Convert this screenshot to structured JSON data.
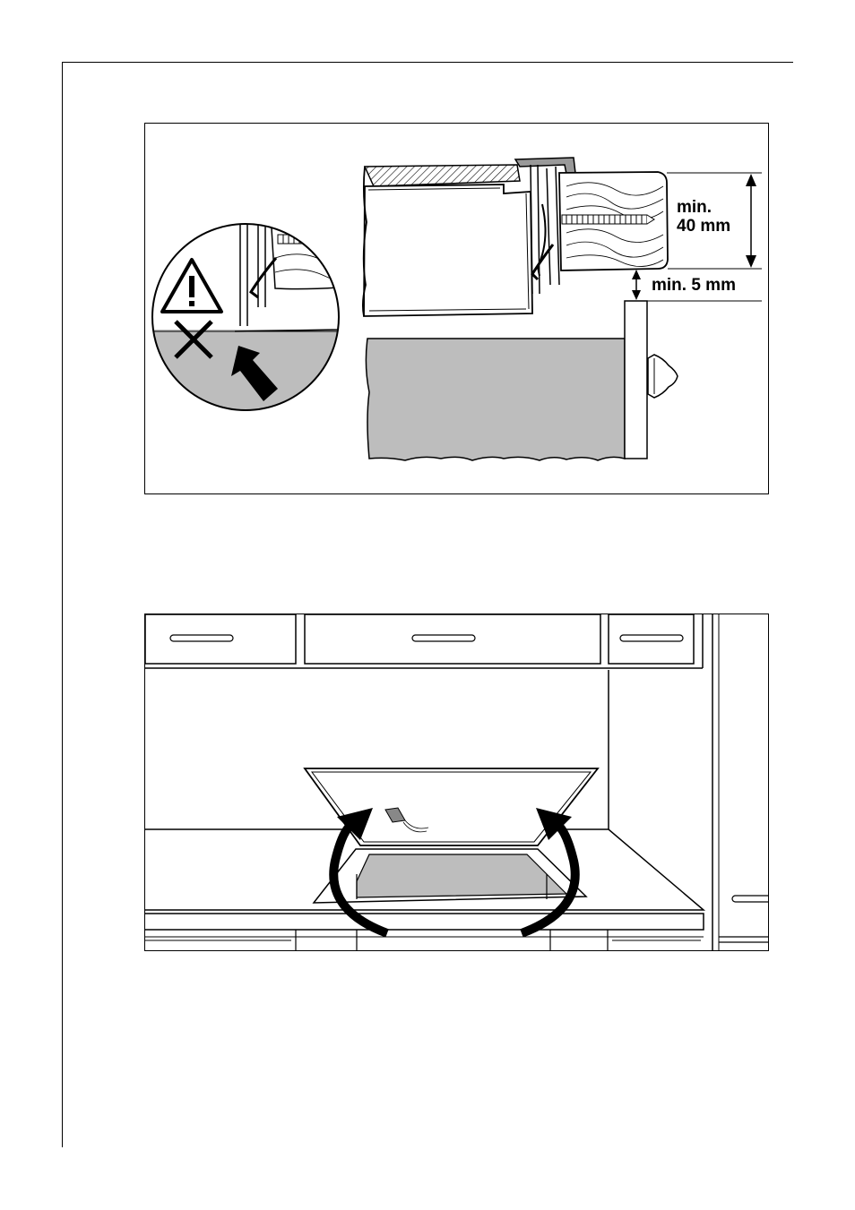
{
  "figure_top": {
    "label_min_40_line1": "min.",
    "label_min_40_line2": "40 mm",
    "label_min_5": "min. 5 mm",
    "icons": [
      "warning-triangle-icon",
      "cross-mark-icon",
      "arrow-icon"
    ]
  },
  "figure_bottom": {
    "icons": [
      "rotate-arrow-left-icon",
      "rotate-arrow-right-icon"
    ]
  },
  "colors": {
    "ink": "#000000",
    "grey_fill": "#bdbdbd",
    "paper": "#ffffff"
  }
}
